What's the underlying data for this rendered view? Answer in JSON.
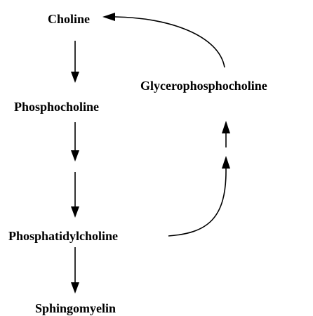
{
  "nodes": {
    "choline": "Choline",
    "phosphocholine": "Phosphocholine",
    "phosphatidylcholine": "Phosphatidylcholine",
    "sphingomyelin": "Sphingomyelin",
    "glycerophosphocholine": "Glycerophosphocholine"
  },
  "colors": {
    "ink": "#000000",
    "background": "#ffffff"
  }
}
